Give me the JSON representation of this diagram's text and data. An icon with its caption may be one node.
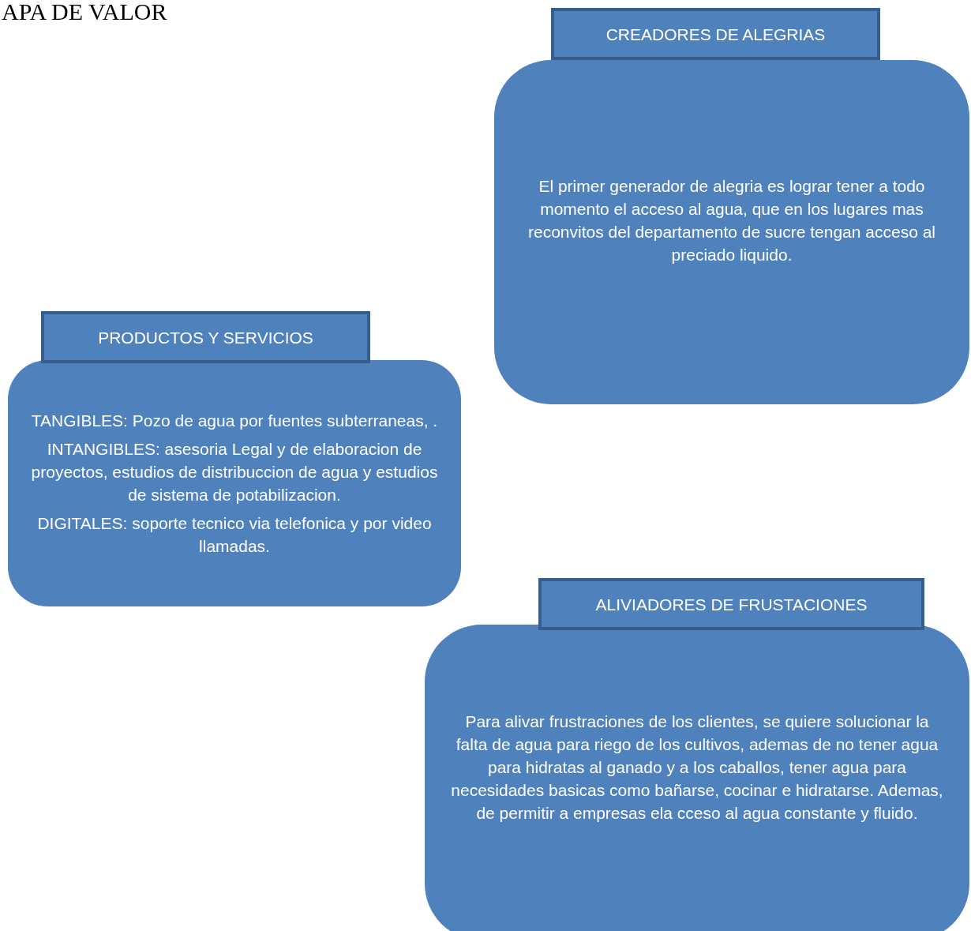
{
  "diagram": {
    "title": "APA DE VALOR",
    "nodes": [
      {
        "text": [
          "CREADORES DE ALEGRIAS"
        ]
      },
      {
        "text": [
          "El primer generador de alegria es lograr tener a todo momento el acceso al agua, que en los lugares mas reconvitos del departamento de sucre tengan acceso al preciado liquido."
        ]
      },
      {
        "text": [
          "PRODUCTOS Y SERVICIOS"
        ]
      },
      {
        "text": [
          "TANGIBLES: Pozo de agua por fuentes subterraneas, .",
          "INTANGIBLES: asesoria Legal y de elaboracion de proyectos, estudios de distribuccion de agua y estudios de sistema de potabilizacion.",
          "DIGITALES: soporte tecnico via telefonica y por video llamadas."
        ]
      },
      {
        "text": [
          "ALIVIADORES DE FRUSTACIONES"
        ]
      },
      {
        "text": [
          "Para alivar frustraciones de los clientes, se quiere solucionar la falta de agua para riego de los cultivos, ademas de no tener agua para hidratas al ganado y a los caballos, tener agua para necesidades basicas como bañarse, cocinar e hidratarse. Ademas,  de permitir a empresas ela cceso al agua constante y fluido."
        ]
      }
    ],
    "edges": []
  }
}
